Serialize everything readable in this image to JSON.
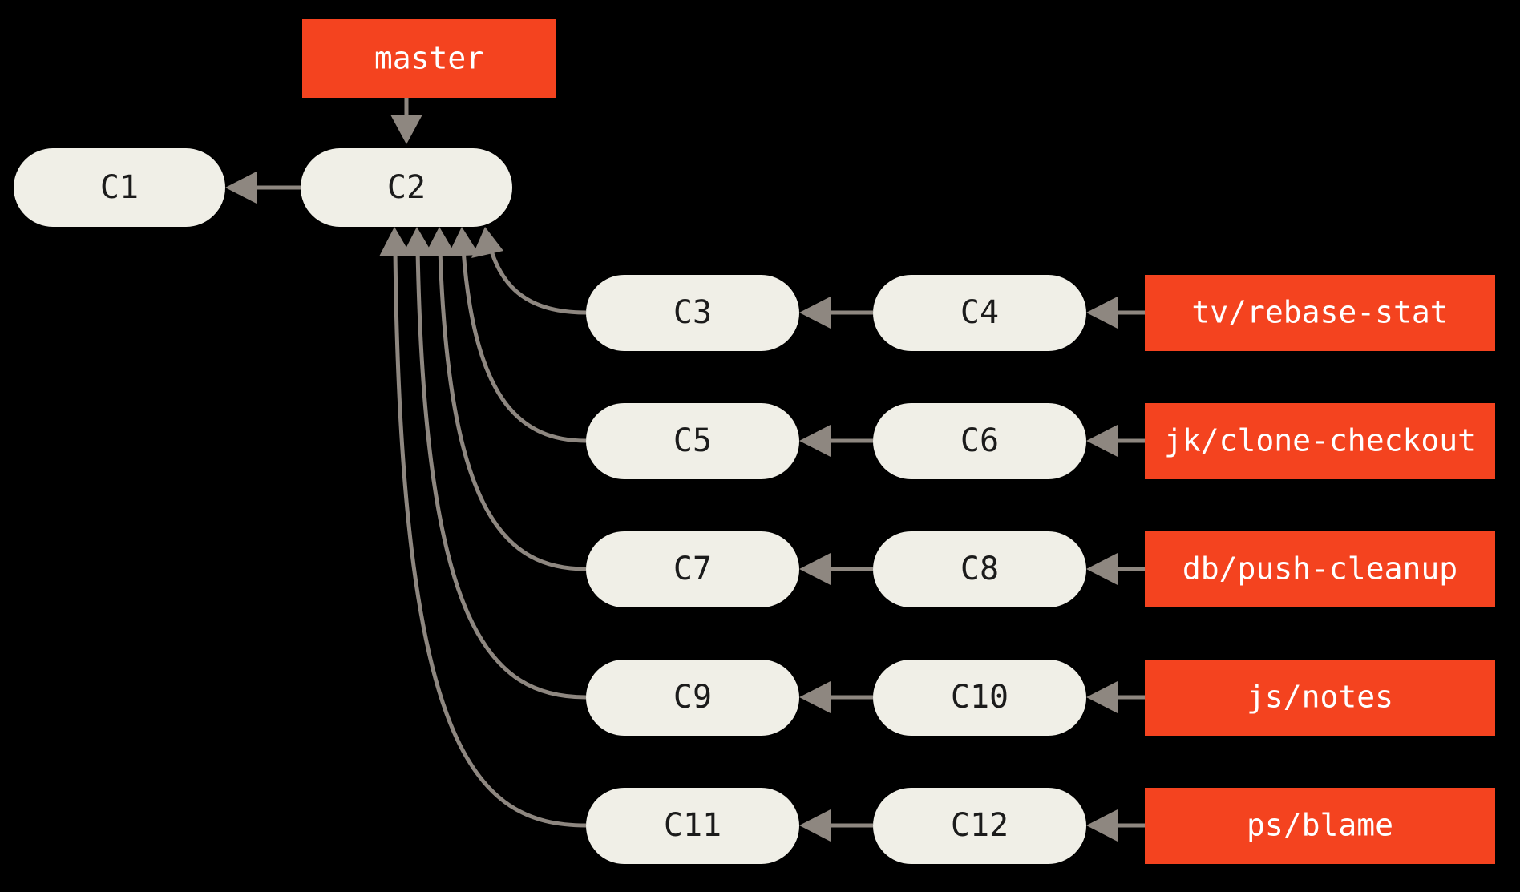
{
  "diagram": {
    "title": "git-branch-topology",
    "background_color": "#000000",
    "commit_fill": "#F0EFE7",
    "commit_text_color": "#1b1b1b",
    "branch_fill": "#F4431F",
    "branch_text_color": "#FFFFFF",
    "edge_color": "#8E8780"
  },
  "commits": {
    "c1": {
      "label": "C1"
    },
    "c2": {
      "label": "C2"
    },
    "c3": {
      "label": "C3"
    },
    "c4": {
      "label": "C4"
    },
    "c5": {
      "label": "C5"
    },
    "c6": {
      "label": "C6"
    },
    "c7": {
      "label": "C7"
    },
    "c8": {
      "label": "C8"
    },
    "c9": {
      "label": "C9"
    },
    "c10": {
      "label": "C10"
    },
    "c11": {
      "label": "C11"
    },
    "c12": {
      "label": "C12"
    }
  },
  "branches": {
    "master": {
      "label": "master"
    },
    "tv_rebase_stat": {
      "label": "tv/rebase-stat"
    },
    "jk_clone_checkout": {
      "label": "jk/clone-checkout"
    },
    "db_push_cleanup": {
      "label": "db/push-cleanup"
    },
    "js_notes": {
      "label": "js/notes"
    },
    "ps_blame": {
      "label": "ps/blame"
    }
  }
}
